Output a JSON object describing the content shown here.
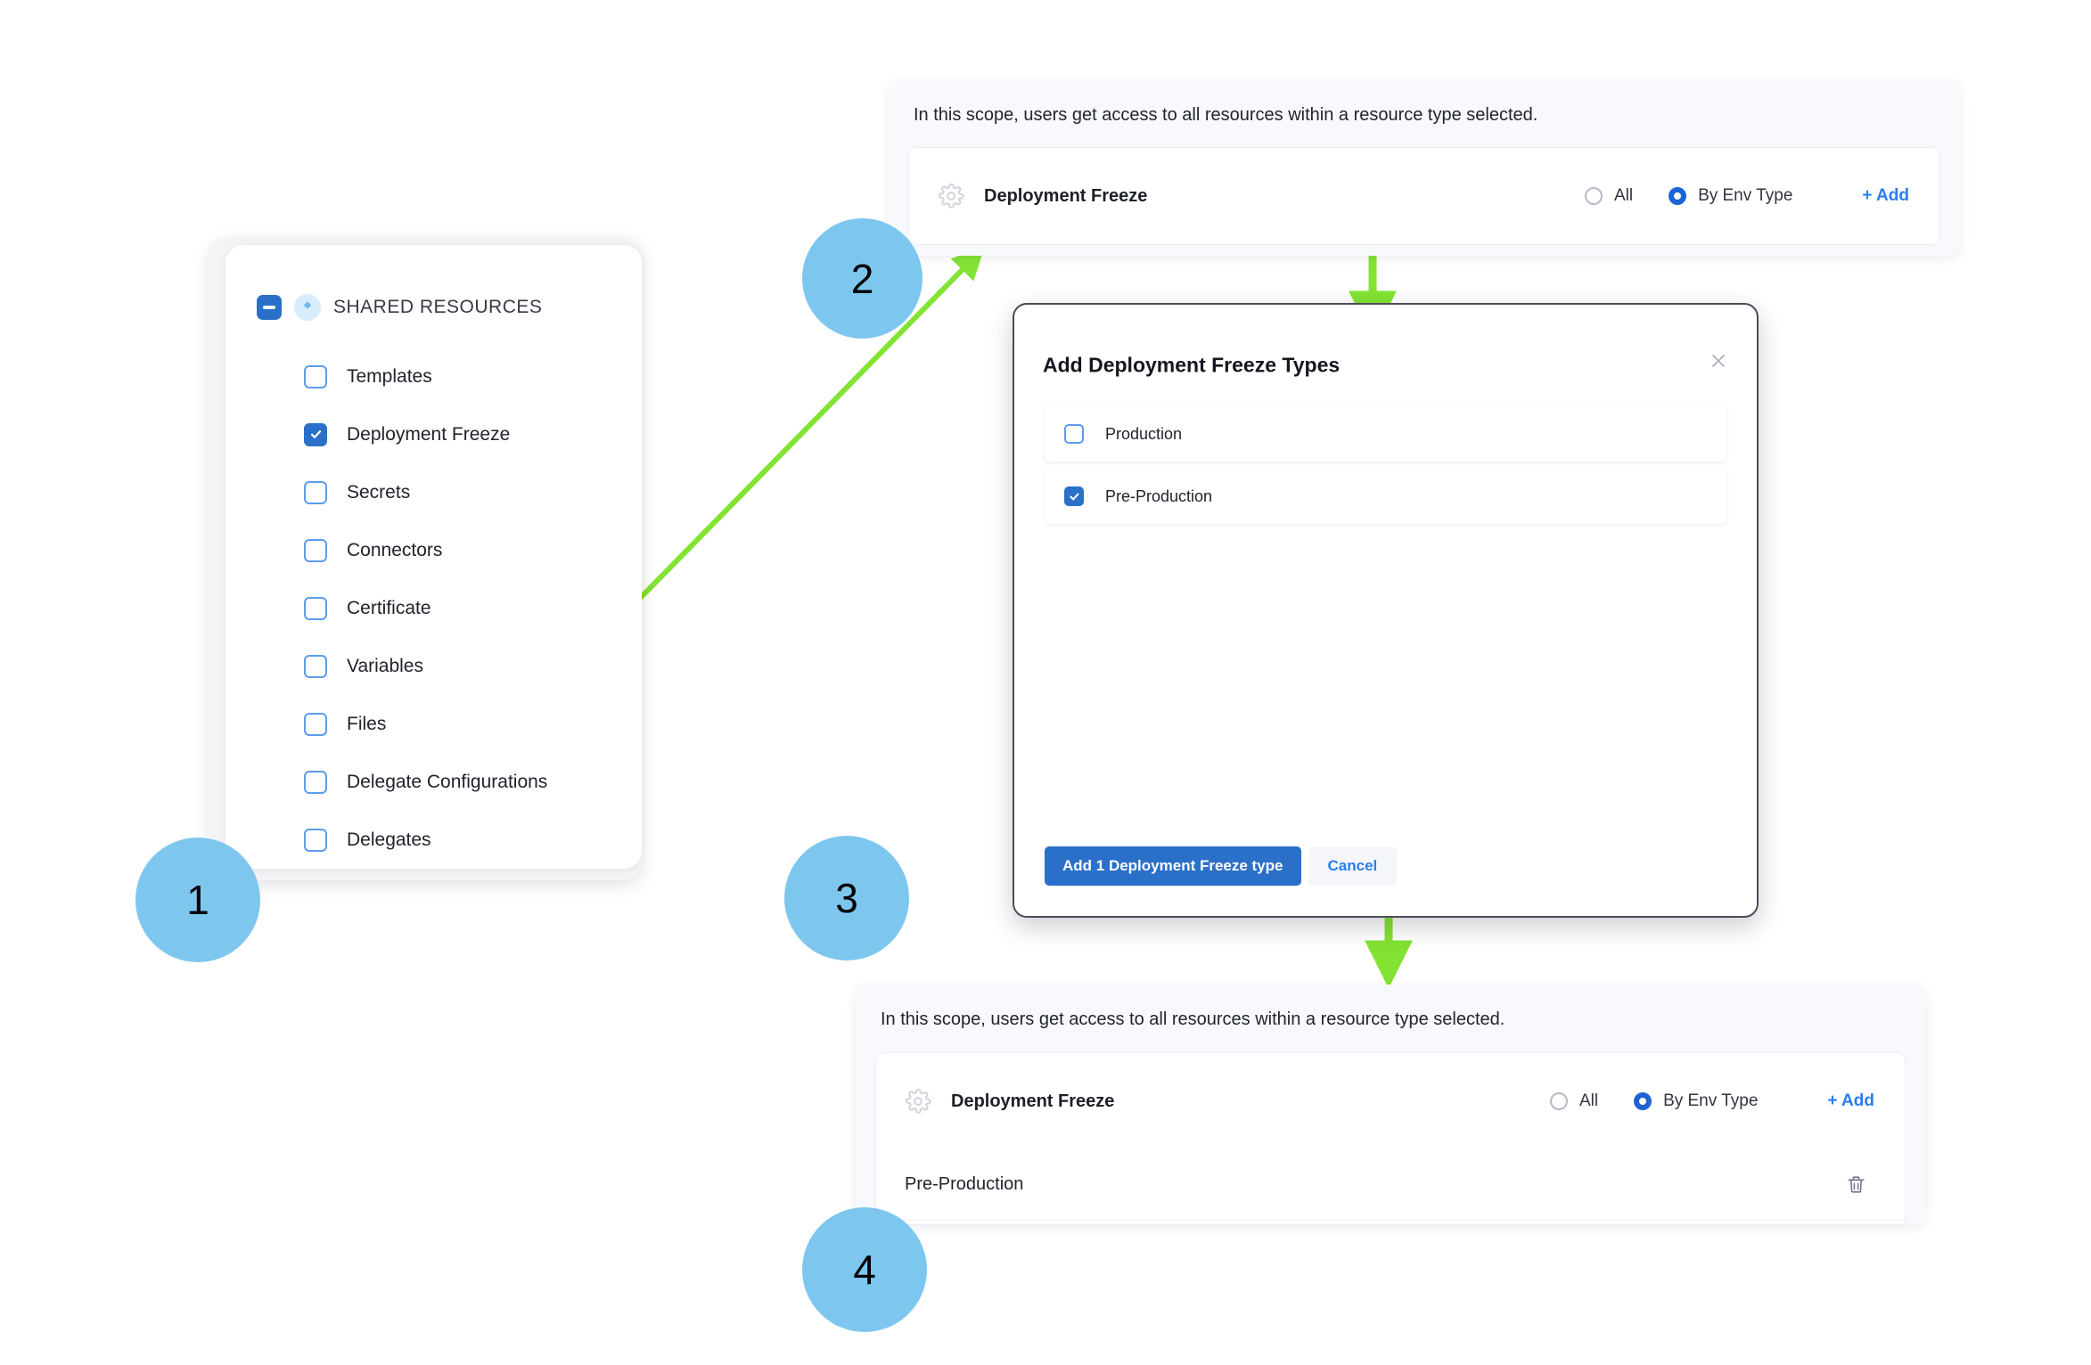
{
  "resources_card": {
    "header_label": "SHARED RESOURCES",
    "header_checkbox_state": "indeterminate",
    "items": [
      {
        "label": "Templates",
        "checked": false
      },
      {
        "label": "Deployment Freeze",
        "checked": true
      },
      {
        "label": "Secrets",
        "checked": false
      },
      {
        "label": "Connectors",
        "checked": false
      },
      {
        "label": "Certificate",
        "checked": false
      },
      {
        "label": "Variables",
        "checked": false
      },
      {
        "label": "Files",
        "checked": false
      },
      {
        "label": "Delegate Configurations",
        "checked": false
      },
      {
        "label": "Delegates",
        "checked": false
      }
    ]
  },
  "scope_panel_top": {
    "description": "In this scope, users get access to all resources within a resource type selected.",
    "resource_name": "Deployment Freeze",
    "radio_all_label": "All",
    "radio_env_label": "By Env Type",
    "radio_selected": "By Env Type",
    "add_label": "+ Add"
  },
  "scope_panel_bottom": {
    "description": "In this scope, users get access to all resources within a resource type selected.",
    "resource_name": "Deployment Freeze",
    "radio_all_label": "All",
    "radio_env_label": "By Env Type",
    "radio_selected": "By Env Type",
    "add_label": "+ Add",
    "entries": [
      {
        "label": "Pre-Production"
      }
    ]
  },
  "modal": {
    "title": "Add Deployment Freeze Types",
    "options": [
      {
        "label": "Production",
        "checked": false
      },
      {
        "label": "Pre-Production",
        "checked": true
      }
    ],
    "primary_button": "Add 1 Deployment Freeze type",
    "secondary_button": "Cancel"
  },
  "steps": [
    {
      "number": "1"
    },
    {
      "number": "2"
    },
    {
      "number": "3"
    },
    {
      "number": "4"
    }
  ],
  "colors": {
    "accent_blue": "#2b70c8",
    "link_blue": "#2b7def",
    "step_circle": "#7dc7ef",
    "arrow_green": "#83e333",
    "panel_bg": "#f8f9fc"
  }
}
